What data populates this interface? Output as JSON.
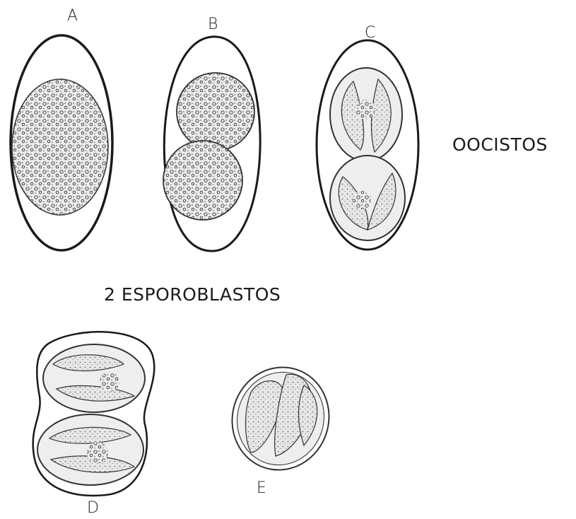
{
  "figure": {
    "labels": {
      "a": "A",
      "b": "B",
      "c": "C",
      "d": "D",
      "e": "E"
    },
    "captions": {
      "oocysts": "OOCISTOS",
      "sporoblasts": "2 ESPOROBLASTOS"
    }
  },
  "colors": {
    "ink": "#1a1a1a",
    "stipple": "#d9d9d9",
    "background": "#ffffff"
  }
}
